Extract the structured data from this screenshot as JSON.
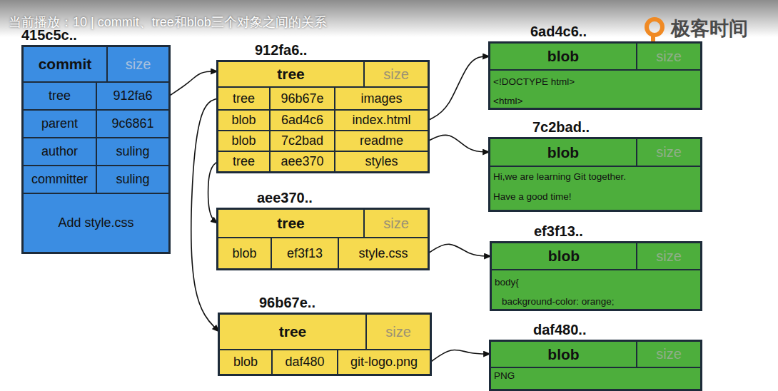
{
  "diagram": {
    "title": "当前播放：10 | commit、tree和blob三个对象之间的关系",
    "nodes": [
      {
        "text": [
          "415c5c..",
          "commit",
          "size"
        ]
      },
      {
        "text": [
          "tree",
          "912fa6"
        ],
        "in": 0
      },
      {
        "text": [
          "parent",
          "9c6861"
        ],
        "in": 0
      },
      {
        "text": [
          "author",
          "suling"
        ],
        "in": 0
      },
      {
        "text": [
          "committer",
          "suling"
        ],
        "in": 0
      },
      {
        "text": [
          "Add style.css"
        ],
        "in": 0
      },
      {
        "text": [
          "912fa6..",
          "tree",
          "size"
        ]
      },
      {
        "text": [
          "tree",
          "96b67e",
          "images"
        ],
        "in": 6
      },
      {
        "text": [
          "blob",
          "6ad4c6",
          "index.html"
        ],
        "in": 6
      },
      {
        "text": [
          "blob",
          "7c2bad",
          "readme"
        ],
        "in": 6
      },
      {
        "text": [
          "tree",
          "aee370",
          "styles"
        ],
        "in": 6
      },
      {
        "text": [
          "aee370..",
          "tree",
          "size"
        ]
      },
      {
        "text": [
          "blob",
          "ef3f13",
          "style.css"
        ],
        "in": 11
      },
      {
        "text": [
          "96b67e..",
          "tree",
          "size"
        ]
      },
      {
        "text": [
          "blob",
          "daf480",
          "git-logo.png"
        ],
        "in": 13
      },
      {
        "text": [
          "6ad4c6..",
          "blob",
          "size"
        ]
      },
      {
        "text": [
          "<!DOCTYPE html>",
          "<html>"
        ],
        "in": 15
      },
      {
        "text": [
          "7c2bad..",
          "blob",
          "size"
        ]
      },
      {
        "text": [
          "Hi,we are learning Git together.",
          "Have a good time!"
        ],
        "in": 17
      },
      {
        "text": [
          "ef3f13..",
          "blob",
          "size"
        ]
      },
      {
        "text": [
          "body{",
          "background-color: orange;"
        ],
        "in": 19
      },
      {
        "text": [
          "daf480..",
          "blob",
          "size"
        ]
      },
      {
        "text": [
          "PNG"
        ],
        "in": 21
      }
    ],
    "edges": [
      {
        "from": 1,
        "to": 6,
        "arrow": "to"
      },
      {
        "from": 7,
        "to": 13,
        "arrow": "to"
      },
      {
        "from": 8,
        "to": 15,
        "arrow": "to"
      },
      {
        "from": 9,
        "to": 17,
        "arrow": "to"
      },
      {
        "from": 10,
        "to": 11,
        "arrow": "to"
      },
      {
        "from": 12,
        "to": 19,
        "arrow": "to"
      },
      {
        "from": 14,
        "to": 21,
        "arrow": "to"
      }
    ],
    "labels": [
      "极客时间"
    ]
  }
}
